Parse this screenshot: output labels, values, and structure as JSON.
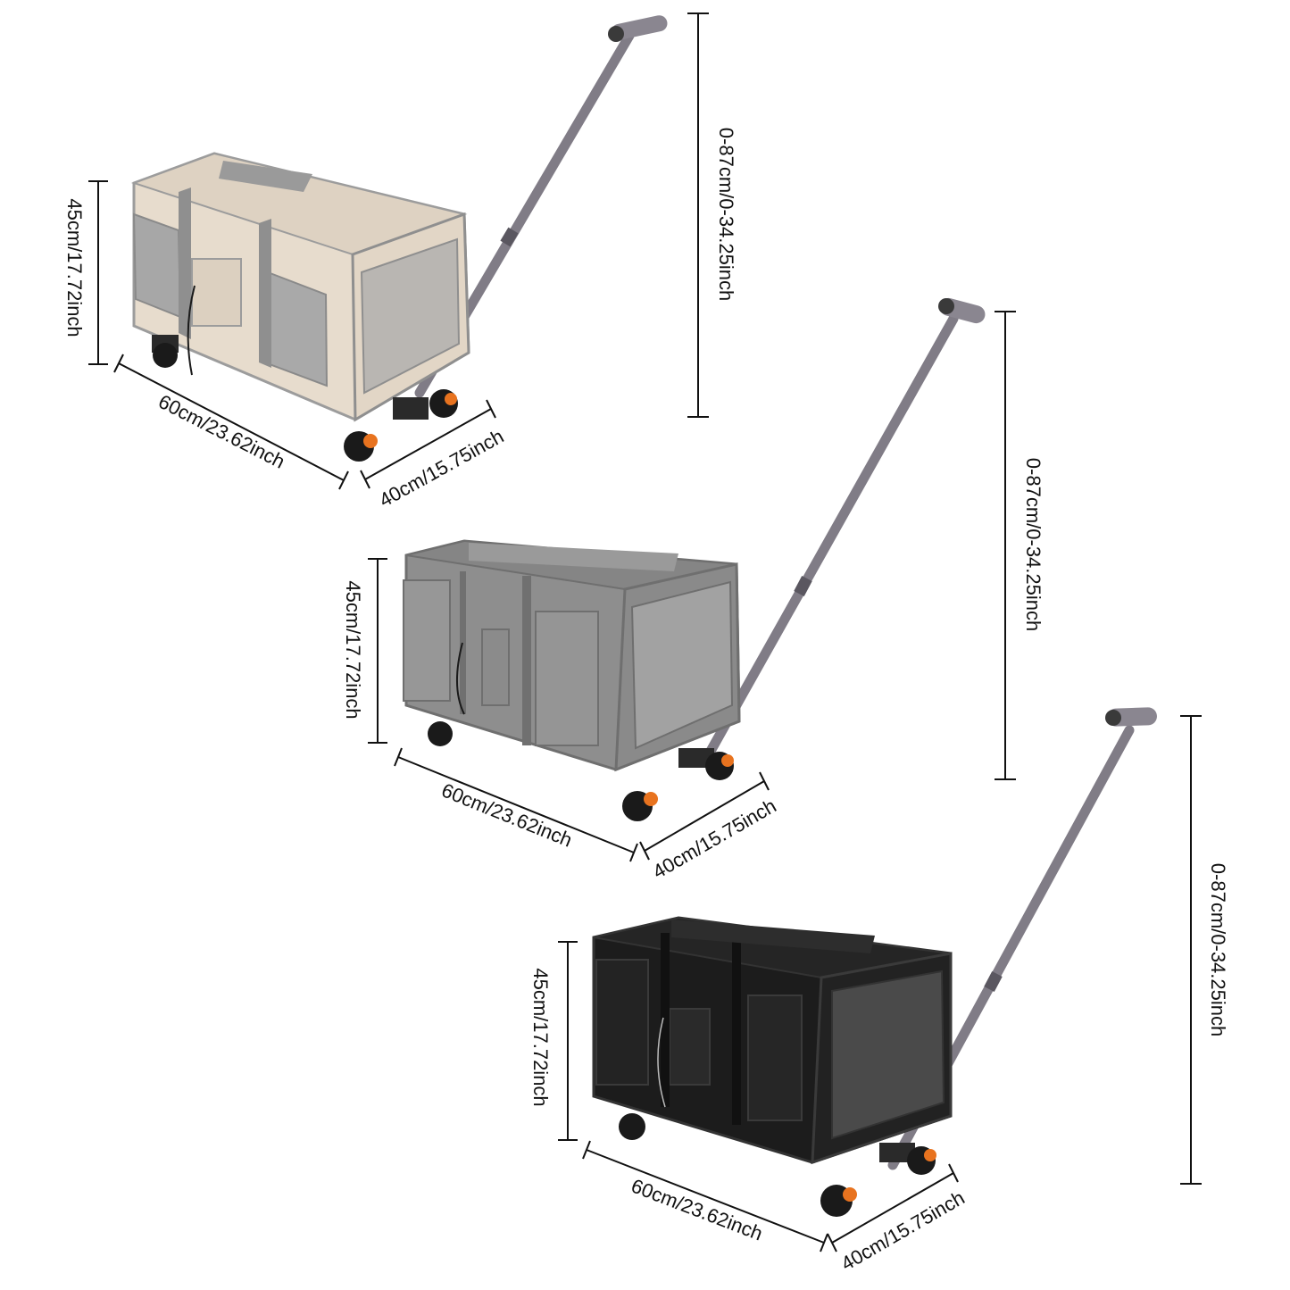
{
  "colors": {
    "beige_body": "#e7dccd",
    "beige_trim": "#8f8f8f",
    "grey_body": "#8e8e8e",
    "grey_trim": "#6f6f6f",
    "black_body": "#1c1c1c",
    "black_trim": "#333333",
    "handle": "#807c86",
    "wheel": "#1a1a1a",
    "wheel_accent": "#e8731f",
    "mesh": "#9a9a9a",
    "dim_line": "#111111"
  },
  "carriers": [
    {
      "name": "beige",
      "height_label": "45cm/17.72inch",
      "length_label": "60cm/23.62inch",
      "width_label": "40cm/15.75inch",
      "handle_label": "0-87cm/0-34.25inch"
    },
    {
      "name": "grey",
      "height_label": "45cm/17.72inch",
      "length_label": "60cm/23.62inch",
      "width_label": "40cm/15.75inch",
      "handle_label": "0-87cm/0-34.25inch"
    },
    {
      "name": "black",
      "height_label": "45cm/17.72inch",
      "length_label": "60cm/23.62inch",
      "width_label": "40cm/15.75inch",
      "handle_label": "0-87cm/0-34.25inch"
    }
  ]
}
